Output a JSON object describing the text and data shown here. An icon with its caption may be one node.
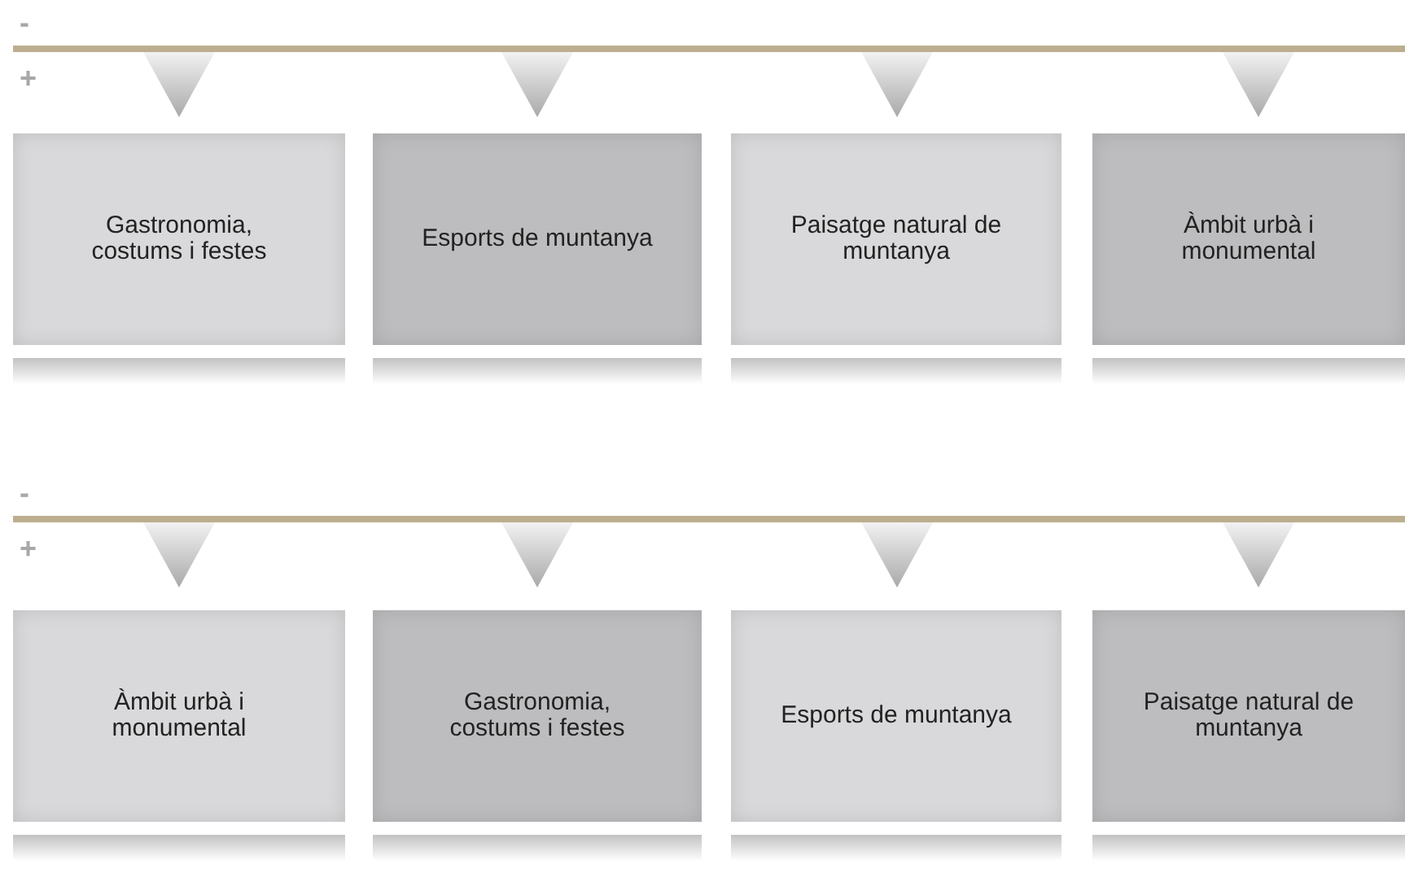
{
  "diagram": {
    "nodes": [
      {
        "text": [
          "Gastronomia, costums i festes"
        ]
      },
      {
        "text": [
          "Esports de muntanya"
        ]
      },
      {
        "text": [
          "Paisatge natural de muntanya"
        ]
      },
      {
        "text": [
          "Àmbit urbà i monumental"
        ]
      },
      {
        "text": [
          "Àmbit urbà i monumental"
        ]
      },
      {
        "text": [
          "Gastronomia, costums i festes"
        ]
      },
      {
        "text": [
          "Esports de muntanya"
        ]
      },
      {
        "text": [
          "Paisatge natural de muntanya"
        ]
      }
    ],
    "labels": [
      "-",
      "+",
      "-",
      "+"
    ]
  }
}
